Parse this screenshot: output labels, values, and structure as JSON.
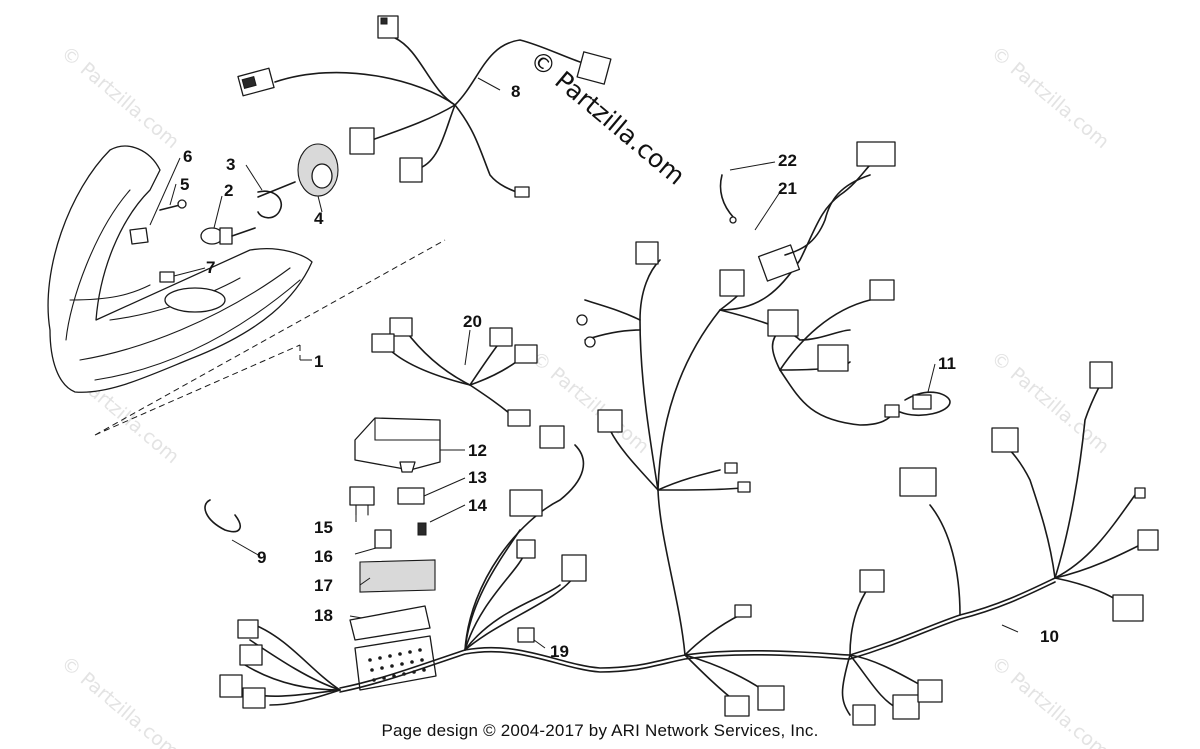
{
  "diagram": {
    "callouts": [
      "1",
      "2",
      "3",
      "4",
      "5",
      "6",
      "7",
      "8",
      "9",
      "10",
      "11",
      "12",
      "13",
      "14",
      "15",
      "16",
      "17",
      "18",
      "19",
      "20",
      "21",
      "22"
    ],
    "watermark": "© Partzilla.com",
    "footer": "Page design © 2004-2017 by ARI Network Services, Inc."
  }
}
